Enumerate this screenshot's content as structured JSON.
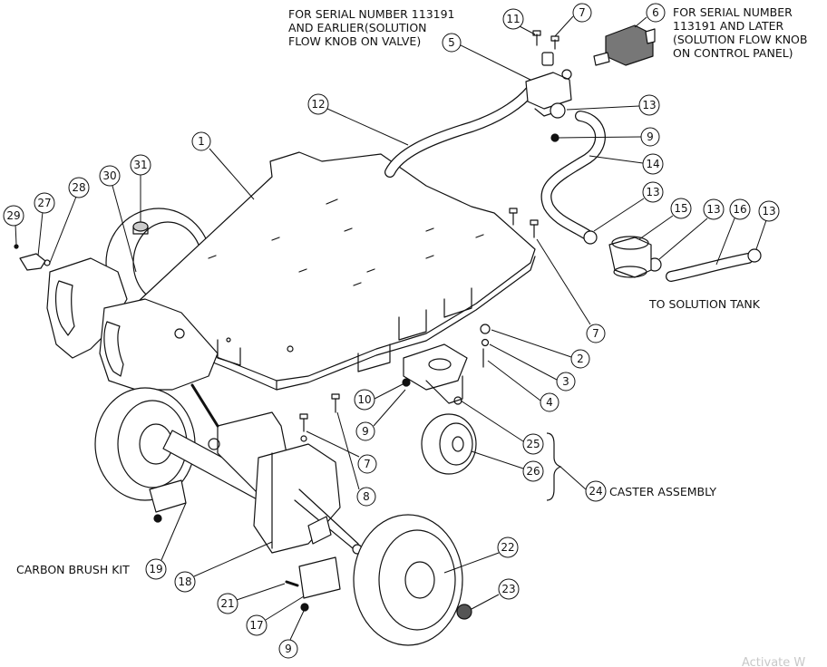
{
  "notes": {
    "early_serial": [
      "FOR SERIAL NUMBER 113191",
      "AND EARLIER(SOLUTION",
      "FLOW KNOB ON VALVE)"
    ],
    "late_serial": [
      "FOR SERIAL NUMBER",
      "113191 AND LATER",
      "(SOLUTION FLOW KNOB",
      "ON CONTROL PANEL)"
    ],
    "to_solution_tank": "TO SOLUTION TANK",
    "carbon_brush_kit": "CARBON BRUSH KIT",
    "caster_assembly": "CASTER ASSEMBLY"
  },
  "callouts": [
    {
      "id": "c1",
      "label": "1"
    },
    {
      "id": "c2",
      "label": "2"
    },
    {
      "id": "c3",
      "label": "3"
    },
    {
      "id": "c4",
      "label": "4"
    },
    {
      "id": "c5",
      "label": "5"
    },
    {
      "id": "c6",
      "label": "6"
    },
    {
      "id": "c7a",
      "label": "7"
    },
    {
      "id": "c7b",
      "label": "7"
    },
    {
      "id": "c7c",
      "label": "7"
    },
    {
      "id": "c8",
      "label": "8"
    },
    {
      "id": "c9a",
      "label": "9"
    },
    {
      "id": "c9b",
      "label": "9"
    },
    {
      "id": "c9c",
      "label": "9"
    },
    {
      "id": "c10",
      "label": "10"
    },
    {
      "id": "c11",
      "label": "11"
    },
    {
      "id": "c12",
      "label": "12"
    },
    {
      "id": "c13a",
      "label": "13"
    },
    {
      "id": "c13b",
      "label": "13"
    },
    {
      "id": "c13c",
      "label": "13"
    },
    {
      "id": "c13d",
      "label": "13"
    },
    {
      "id": "c14",
      "label": "14"
    },
    {
      "id": "c15",
      "label": "15"
    },
    {
      "id": "c16",
      "label": "16"
    },
    {
      "id": "c17",
      "label": "17"
    },
    {
      "id": "c18",
      "label": "18"
    },
    {
      "id": "c19",
      "label": "19"
    },
    {
      "id": "c21",
      "label": "21"
    },
    {
      "id": "c22",
      "label": "22"
    },
    {
      "id": "c23",
      "label": "23"
    },
    {
      "id": "c24",
      "label": "24"
    },
    {
      "id": "c25",
      "label": "25"
    },
    {
      "id": "c26",
      "label": "26"
    },
    {
      "id": "c27",
      "label": "27"
    },
    {
      "id": "c28",
      "label": "28"
    },
    {
      "id": "c29",
      "label": "29"
    },
    {
      "id": "c30",
      "label": "30"
    },
    {
      "id": "c31",
      "label": "31"
    }
  ],
  "watermark": "Activate W"
}
